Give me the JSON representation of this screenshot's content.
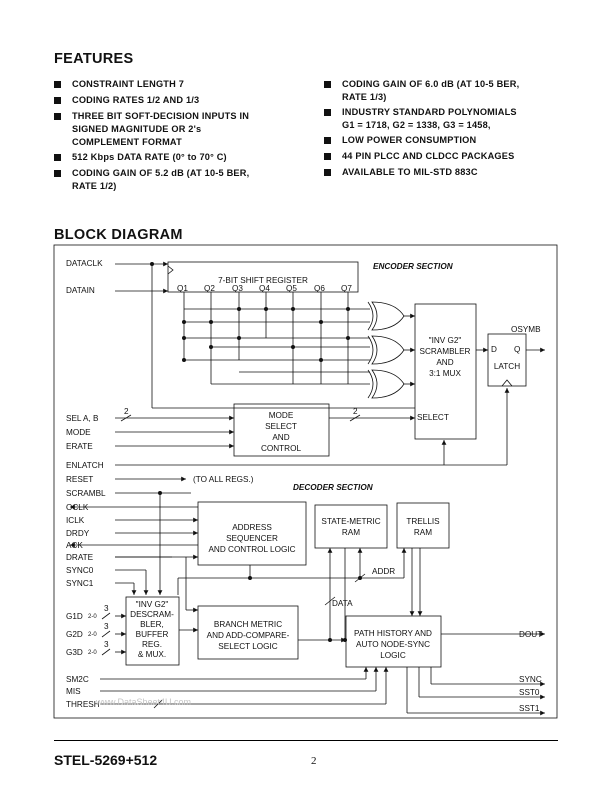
{
  "features": {
    "title": "FEATURES",
    "left": [
      "CONSTRAINT  LENGTH  7",
      "CODING RATES 1/2 AND 1/3",
      "THREE  BIT  SOFT-DECISION  INPUTS  IN\nSIGNED  MAGNITUDE  OR  2's\nCOMPLEMENT  FORMAT",
      "512 Kbps DATA RATE (0° to 70° C)",
      "CODING GAIN OF 5.2 dB (AT 10-5 BER,\nRATE 1/2)"
    ],
    "right": [
      "CODING GAIN OF 6.0 dB (AT 10-5 BER,\nRATE 1/3)",
      "INDUSTRY STANDARD POLYNOMIALS\nG1 = 1718, G2 = 1338, G3 = 1458,",
      "LOW POWER CONSUMPTION",
      "44 PIN PLCC AND CLDCC PACKAGES",
      "AVAILABLE TO MIL-STD 883C"
    ]
  },
  "block_diagram": {
    "title": "BLOCK  DIAGRAM",
    "encoder_section": "ENCODER SECTION",
    "decoder_section": "DECODER SECTION",
    "shift_register": "7-BIT SHIFT REGISTER",
    "taps": [
      "Q1",
      "Q2",
      "Q3",
      "Q4",
      "Q5",
      "Q6",
      "Q7"
    ],
    "scrambler": [
      "\"INV G2\"",
      "SCRAMBLER",
      "AND",
      "3:1 MUX"
    ],
    "select_label": "SELECT",
    "mode_block": [
      "MODE",
      "SELECT",
      "AND",
      "CONTROL"
    ],
    "latch": {
      "d": "D",
      "q": "Q",
      "label": "LATCH"
    },
    "address_block": [
      "ADDRESS",
      "SEQUENCER",
      "AND CONTROL LOGIC"
    ],
    "state_metric": [
      "STATE-METRIC",
      "RAM"
    ],
    "trellis": [
      "TRELLIS",
      "RAM"
    ],
    "descrambler": [
      "\"INV G2\"",
      "DESCRAM-",
      "BLER,",
      "BUFFER",
      "REG.",
      "& MUX."
    ],
    "branch_metric": [
      "BRANCH METRIC",
      "AND ADD-COMPARE-",
      "SELECT  LOGIC"
    ],
    "path_history": [
      "PATH HISTORY AND",
      "AUTO NODE-SYNC",
      "LOGIC"
    ],
    "bus_labels": {
      "two": "2",
      "three": "3",
      "addr": "ADDR",
      "data": "DATA",
      "all_regs": "(TO ALL REGS.)",
      "range": "2-0"
    },
    "signals_in": {
      "dataclk": "DATACLK",
      "datain": "DATAIN",
      "sel": "SEL A, B",
      "mode": "MODE",
      "erate": "ERATE",
      "enlatch": "ENLATCH",
      "reset": "RESET",
      "scrambl": "SCRAMBL",
      "oclk": "OCLK",
      "iclk": "ICLK",
      "drdy": "DRDY",
      "ack": "ACK",
      "drate": "DRATE",
      "sync0": "SYNC0",
      "sync1": "SYNC1",
      "g1d": "G1D",
      "g2d": "G2D",
      "g3d": "G3D",
      "sm2c": "SM2C",
      "mis": "MIS",
      "thresh": "THRESH"
    },
    "signals_out": {
      "osymb": "OSYMB",
      "dout": "DOUT",
      "sync": "SYNC",
      "sst0": "SST0",
      "sst1": "SST1"
    },
    "watermark": "www.DataSheet4U.com"
  },
  "footer": {
    "part": "STEL-5269+512",
    "page": "2"
  }
}
